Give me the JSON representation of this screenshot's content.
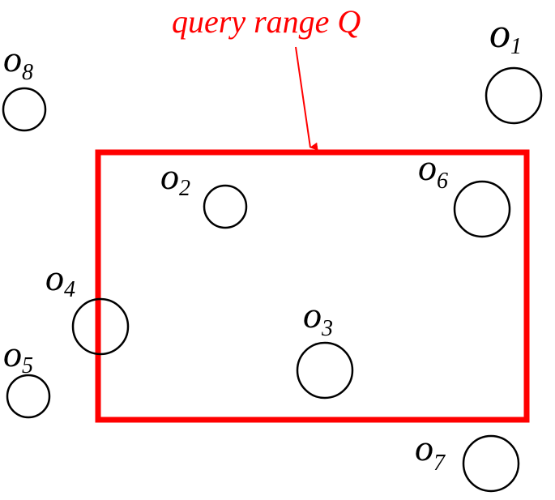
{
  "query": {
    "label": "query range Q",
    "color": "#ff0000"
  },
  "objects": [
    {
      "letter": "o",
      "index": "1"
    },
    {
      "letter": "o",
      "index": "2"
    },
    {
      "letter": "o",
      "index": "3"
    },
    {
      "letter": "o",
      "index": "4"
    },
    {
      "letter": "o",
      "index": "5"
    },
    {
      "letter": "o",
      "index": "6"
    },
    {
      "letter": "o",
      "index": "7"
    },
    {
      "letter": "o",
      "index": "8"
    }
  ],
  "object_color": "#000000"
}
